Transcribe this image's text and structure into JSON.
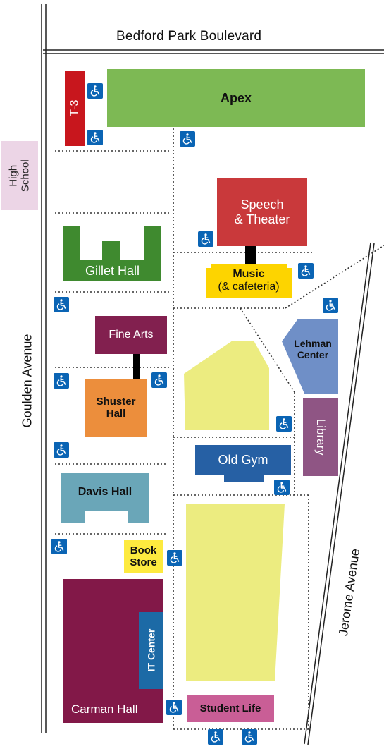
{
  "streets": {
    "north": "Bedford Park Boulevard",
    "west": "Goulden Avenue",
    "east": "Jerome Avenue"
  },
  "buildings": {
    "t3": "T-3",
    "apex": "Apex",
    "high_school": [
      "High",
      "School"
    ],
    "speech_theater": [
      "Speech",
      "& Theater"
    ],
    "music": [
      "Music",
      "(& cafeteria)"
    ],
    "gillet": "Gillet Hall",
    "fine_arts": "Fine Arts",
    "lehman_center": [
      "Lehman",
      "Center"
    ],
    "shuster": [
      "Shuster",
      "Hall"
    ],
    "library": "Library",
    "old_gym": "Old Gym",
    "davis": "Davis Hall",
    "book_store": [
      "Book",
      "Store"
    ],
    "it_center": "IT Center",
    "carman": "Carman Hall",
    "student_life": "Student Life"
  },
  "colors": {
    "apex": "#7db954",
    "t3": "#c8161d",
    "high_school": "#ecd5e6",
    "speech_theater": "#c9393b",
    "music": "#fdd400",
    "gillet": "#3f8a2f",
    "fine_arts": "#82204f",
    "lehman_center": "#6f8fc7",
    "shuster": "#ec8e3c",
    "library": "#8f5584",
    "old_gym": "#2660a4",
    "davis": "#6aa6b8",
    "book_store": "#fdea3f",
    "it_center": "#1c6aa6",
    "carman": "#821848",
    "student_life": "#c95e96",
    "open_space": "#ecec80",
    "accessibility": "#0a64b4"
  },
  "icons": {
    "accessibility": "wheelchair-icon"
  }
}
